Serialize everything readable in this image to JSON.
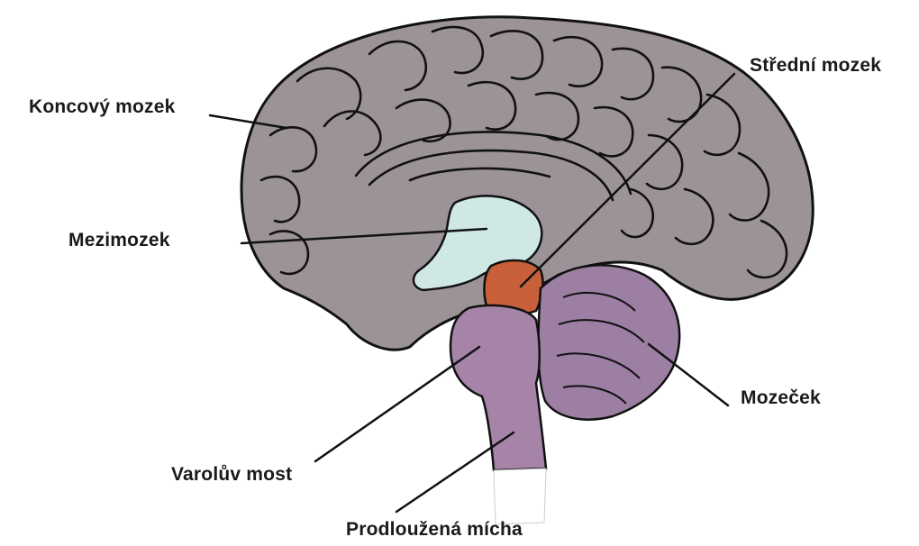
{
  "labels": {
    "koncovy_mozek": "Koncový mozek",
    "mezimozek": "Mezimozek",
    "stredni_mozek": "Střední mozek",
    "mozecek": "Mozeček",
    "varoluv_most": "Varolův most",
    "prodlouzena_micha": "Prodloužená mícha"
  },
  "colors": {
    "cerebrum": "#9c9398",
    "diencephalon": "#cfe8e6",
    "midbrain": "#c8603a",
    "brainstem": "#a584a8",
    "cerebellum": "#9d7fa3",
    "outline": "#111111"
  }
}
